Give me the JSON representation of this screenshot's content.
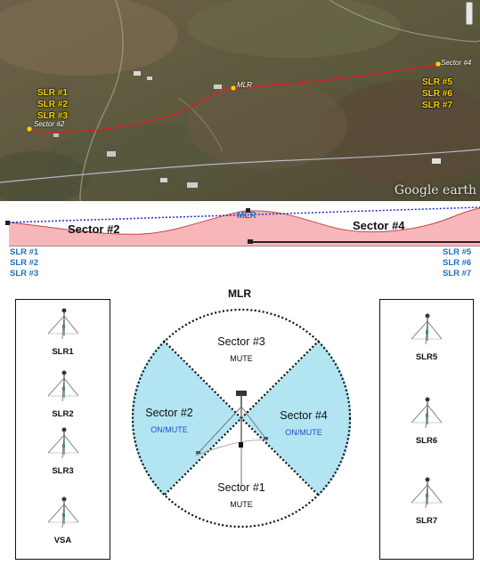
{
  "map": {
    "left_labels": [
      "SLR #1",
      "SLR #2",
      "SLR #3"
    ],
    "right_labels": [
      "SLR #5",
      "SLR #6",
      "SLR #7"
    ],
    "pins": {
      "sector2": "Sector #2",
      "mlr": "MLR",
      "sector4": "Sector #4"
    },
    "brand": "Google earth",
    "colors": {
      "path": "#d6202a",
      "label": "#f5d30a"
    }
  },
  "profile": {
    "sector_left": "Sector #2",
    "sector_right": "Sector #4",
    "mlr": "MLR",
    "colors": {
      "fill": "#f5b5b8",
      "line_of_sight": "#1f2fd6"
    }
  },
  "slr_left_list": [
    "SLR #1",
    "SLR #2",
    "SLR #3"
  ],
  "slr_right_list": [
    "SLR #5",
    "SLR #6",
    "SLR #7"
  ],
  "diagram": {
    "title": "MLR",
    "left_box": [
      "SLR1",
      "SLR2",
      "SLR3",
      "VSA"
    ],
    "right_box": [
      "SLR5",
      "SLR6",
      "SLR7"
    ],
    "sectors": {
      "s1": {
        "name": "Sector #1",
        "state": "MUTE"
      },
      "s2": {
        "name": "Sector #2",
        "state": "ON/MUTE"
      },
      "s3": {
        "name": "Sector #3",
        "state": "MUTE"
      },
      "s4": {
        "name": "Sector #4",
        "state": "ON/MUTE"
      }
    },
    "colors": {
      "active_sector": "#b3e4f2",
      "active_text": "#1f4fd0"
    }
  }
}
